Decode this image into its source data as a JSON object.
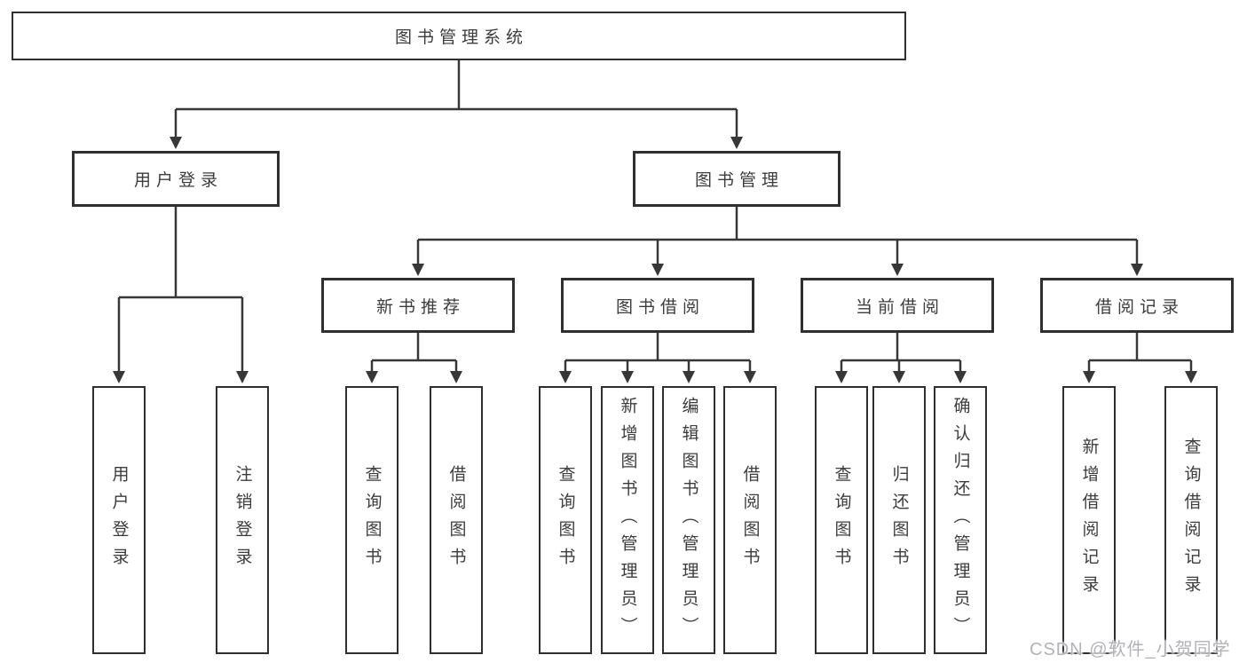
{
  "diagram": {
    "type": "hierarchy-diagram",
    "root": {
      "label": "图书管理系统"
    },
    "branches": [
      {
        "label": "用户登录",
        "children": [
          {
            "label": "用户登录"
          },
          {
            "label": "注销登录"
          }
        ]
      },
      {
        "label": "图书管理",
        "children": [
          {
            "label": "新书推荐",
            "children": [
              {
                "label": "查询图书"
              },
              {
                "label": "借阅图书"
              }
            ]
          },
          {
            "label": "图书借阅",
            "children": [
              {
                "label": "查询图书"
              },
              {
                "label": "新增图书（管理员）"
              },
              {
                "label": "编辑图书（管理员）"
              },
              {
                "label": "借阅图书"
              }
            ]
          },
          {
            "label": "当前借阅",
            "children": [
              {
                "label": "查询图书"
              },
              {
                "label": "归还图书"
              },
              {
                "label": "确认归还（管理员）"
              }
            ]
          },
          {
            "label": "借阅记录",
            "children": [
              {
                "label": "新增借阅记录"
              },
              {
                "label": "查询借阅记录"
              }
            ]
          }
        ]
      }
    ],
    "watermark": "CSDN @软件_小贺同学",
    "colors": {
      "line": "#373737",
      "box_border": "#2f2f2f",
      "text": "#3c3c3c",
      "background": "#ffffff",
      "watermark": "#b2b2b8"
    }
  }
}
